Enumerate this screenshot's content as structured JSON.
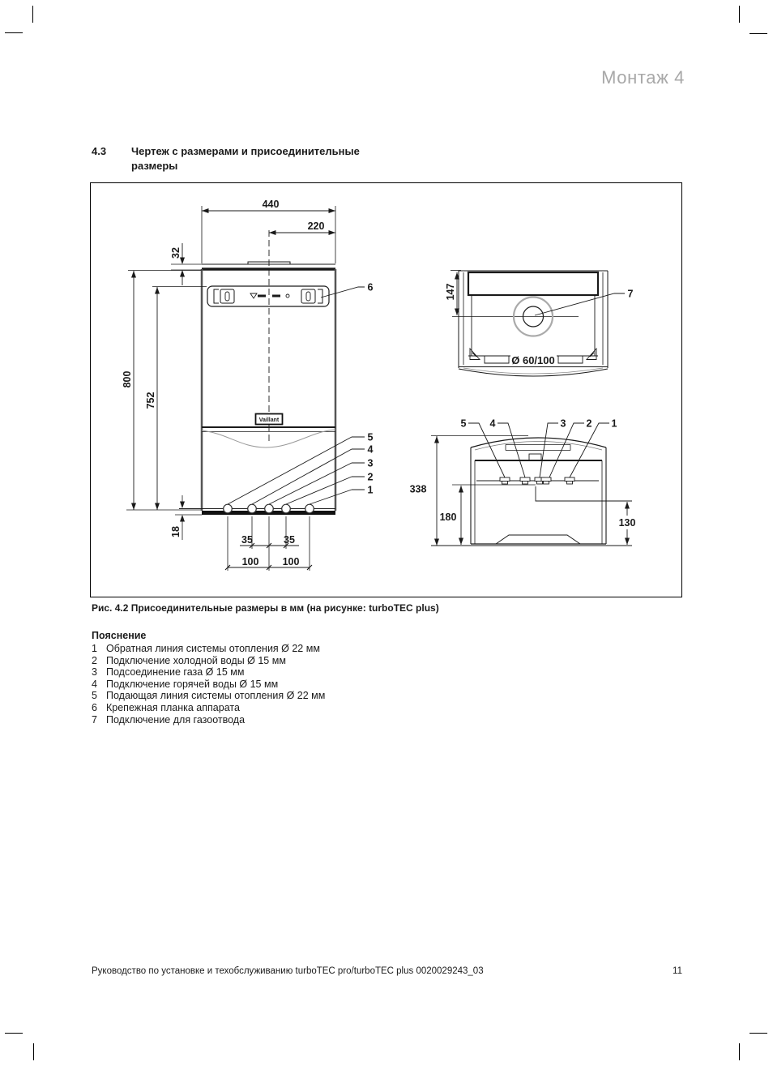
{
  "header": {
    "title": "Монтаж 4"
  },
  "section": {
    "number": "4.3",
    "title_line1": "Чертеж с размерами и присоединительные",
    "title_line2": "размеры"
  },
  "figure": {
    "caption": "Рис. 4.2 Присоединительные размеры в мм (на рисунке: turboTEC plus)",
    "brand": "Vaillant",
    "callouts": {
      "n1": "1",
      "n2": "2",
      "n3": "3",
      "n4": "4",
      "n5": "5",
      "n6": "6",
      "n7": "7"
    },
    "front_view": {
      "width_total": "440",
      "width_half": "220",
      "top_offset": "32",
      "height_total": "800",
      "height_bracket": "752",
      "bottom_offset": "18",
      "pitch_left": "35",
      "pitch_right": "35",
      "spacing_left": "100",
      "spacing_right": "100"
    },
    "top_view": {
      "depth_to_flue_axis": "147",
      "flue_diameter": "Ø 60/100"
    },
    "bottom_view": {
      "depth_total": "338",
      "depth_front": "180",
      "depth_rear": "130"
    }
  },
  "legend": {
    "title": "Пояснение",
    "items": [
      {
        "num": "1",
        "text": "Обратная линия системы отопления Ø 22 мм"
      },
      {
        "num": "2",
        "text": "Подключение холодной воды Ø 15 мм"
      },
      {
        "num": "3",
        "text": "Подсоединение газа Ø 15 мм"
      },
      {
        "num": "4",
        "text": "Подключение горячей воды Ø 15 мм"
      },
      {
        "num": "5",
        "text": "Подающая линия системы отопления Ø 22 мм"
      },
      {
        "num": "6",
        "text": "Крепежная планка аппарата"
      },
      {
        "num": "7",
        "text": "Подключение для газоотвода"
      }
    ]
  },
  "footer": {
    "left": "Руководство по установке и техобслуживанию turboTEC pro/turboTEC plus 0020029243_03",
    "page": "11"
  },
  "colors": {
    "header_gray": "#a8a8a8",
    "ink": "#1a1a1a",
    "secondary_line": "#999999"
  }
}
